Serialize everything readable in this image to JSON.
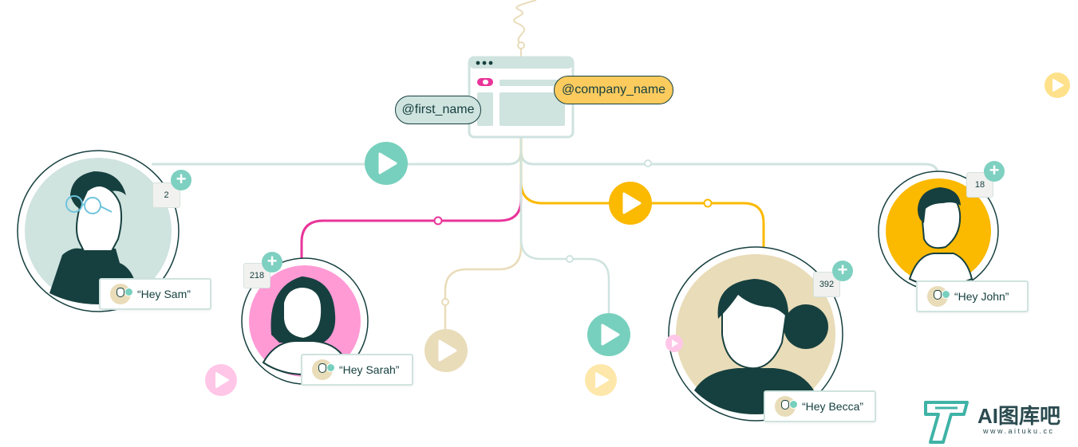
{
  "browser_tags": {
    "first_name": "@first_name",
    "company_name": "@company_name"
  },
  "people": [
    {
      "greeting": "“Hey Sam”",
      "count": "2"
    },
    {
      "greeting": "“Hey Sarah”",
      "count": "218"
    },
    {
      "greeting": "“Hey Becca”",
      "count": "392"
    },
    {
      "greeting": "“Hey John”",
      "count": "18"
    }
  ],
  "logo": {
    "name": "AI图库吧",
    "url": "www.aituku.cc"
  },
  "colors": {
    "teal": "#7ed0c1",
    "pink": "#e9359a",
    "yellow": "#fbb900",
    "beige": "#e9dcb9",
    "grey": "#cfe3df",
    "dark": "#16403f"
  },
  "icons": [
    "play-icon",
    "plus-icon",
    "browser-window-icon",
    "avatar"
  ]
}
